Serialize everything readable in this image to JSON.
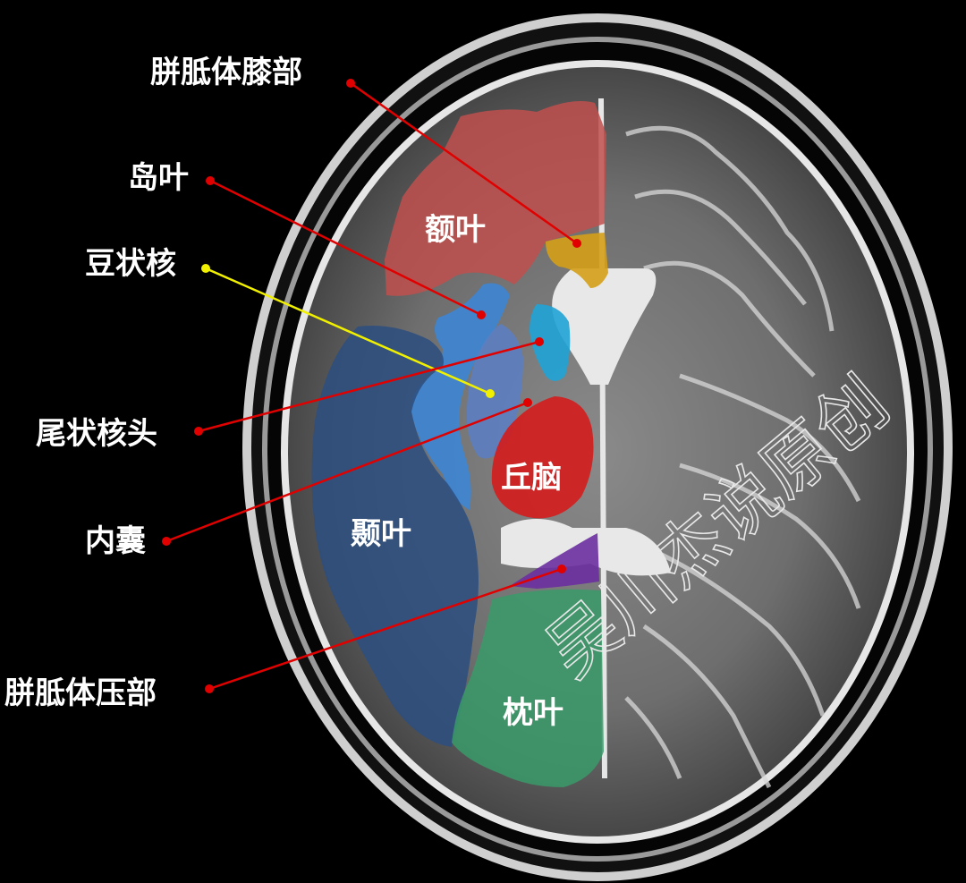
{
  "labels": {
    "genu": "胼胝体膝部",
    "insula": "岛叶",
    "lentiform": "豆状核",
    "caudate_head": "尾状核头",
    "internal_capsule": "内囊",
    "splenium": "胼胝体压部"
  },
  "regions": {
    "frontal": "额叶",
    "thalamus": "丘脑",
    "temporal": "颞叶",
    "occipital": "枕叶"
  },
  "watermark": "吴川杰说原创",
  "colors": {
    "frontal": "#c0504d",
    "genu": "#d4a017",
    "insula": "#3a86d8",
    "lentiform": "#5b7fc4",
    "caudate": "#1fa3d6",
    "thalamus": "#d41c1c",
    "temporal": "#2d4f7f",
    "splenium": "#6a2fa0",
    "occipital": "#3a9a6a",
    "red_line": "#e00000",
    "yellow_line": "#f0f000"
  }
}
